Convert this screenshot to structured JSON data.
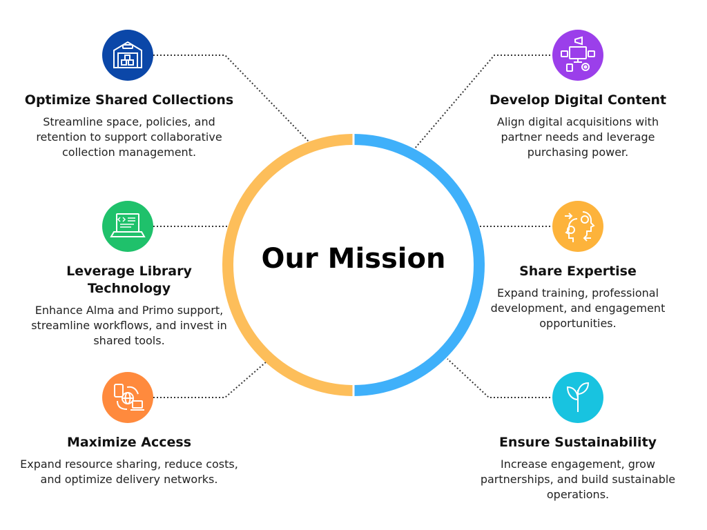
{
  "center": {
    "title": "Our Mission"
  },
  "colors": {
    "orange_arc": "#FDBE5A",
    "blue_arc": "#3FB0FA",
    "dotted_line": "#333333"
  },
  "items": [
    {
      "title": "Optimize Shared Collections",
      "description": "Streamline space, policies, and retention to support collaborative collection management.",
      "icon": "warehouse-icon",
      "color": "#0B47A8"
    },
    {
      "title": "Leverage Library Technology",
      "description": "Enhance Alma and Primo support, streamline workflows, and invest in shared tools.",
      "icon": "laptop-code-icon",
      "color": "#1FC16B"
    },
    {
      "title": "Maximize Access",
      "description": "Expand resource sharing, reduce costs, and optimize delivery networks.",
      "icon": "network-access-icon",
      "color": "#FF8A3D"
    },
    {
      "title": "Develop Digital Content",
      "description": "Align digital acquisitions with partner needs and leverage purchasing power.",
      "icon": "digital-content-icon",
      "color": "#9B3FEA"
    },
    {
      "title": "Share Expertise",
      "description": "Expand training, professional development, and engagement opportunities.",
      "icon": "expertise-heads-icon",
      "color": "#FDB33B"
    },
    {
      "title": "Ensure Sustainability",
      "description": "Increase engagement, grow partnerships, and build sustainable operations.",
      "icon": "sprout-icon",
      "color": "#18C3E0"
    }
  ]
}
